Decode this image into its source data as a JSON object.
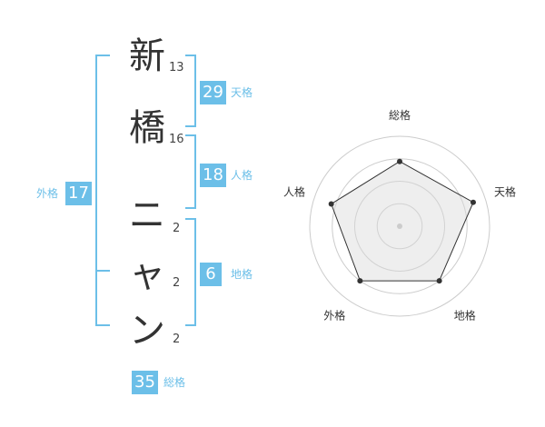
{
  "name_chars": [
    {
      "char": "新",
      "strokes": "13"
    },
    {
      "char": "橋",
      "strokes": "16"
    },
    {
      "char": "ニ",
      "strokes": "2"
    },
    {
      "char": "ャ",
      "strokes": "2"
    },
    {
      "char": "ン",
      "strokes": "2"
    }
  ],
  "kakusu": {
    "tenkaku": {
      "value": "29",
      "label": "天格"
    },
    "jinkaku": {
      "value": "18",
      "label": "人格"
    },
    "chikaku": {
      "value": "6",
      "label": "地格"
    },
    "gaikaku": {
      "value": "17",
      "label": "外格"
    },
    "soukaku": {
      "value": "35",
      "label": "総格"
    }
  },
  "colors": {
    "accent": "#6cbfe8",
    "text": "#333333",
    "radar_fill": "#d9d9d9",
    "radar_ring": "#cccccc"
  },
  "chart_data": {
    "type": "radar",
    "axes": [
      "総格",
      "天格",
      "地格",
      "外格",
      "人格"
    ],
    "values": [
      0.72,
      0.86,
      0.75,
      0.75,
      0.8
    ],
    "rings": 4
  }
}
